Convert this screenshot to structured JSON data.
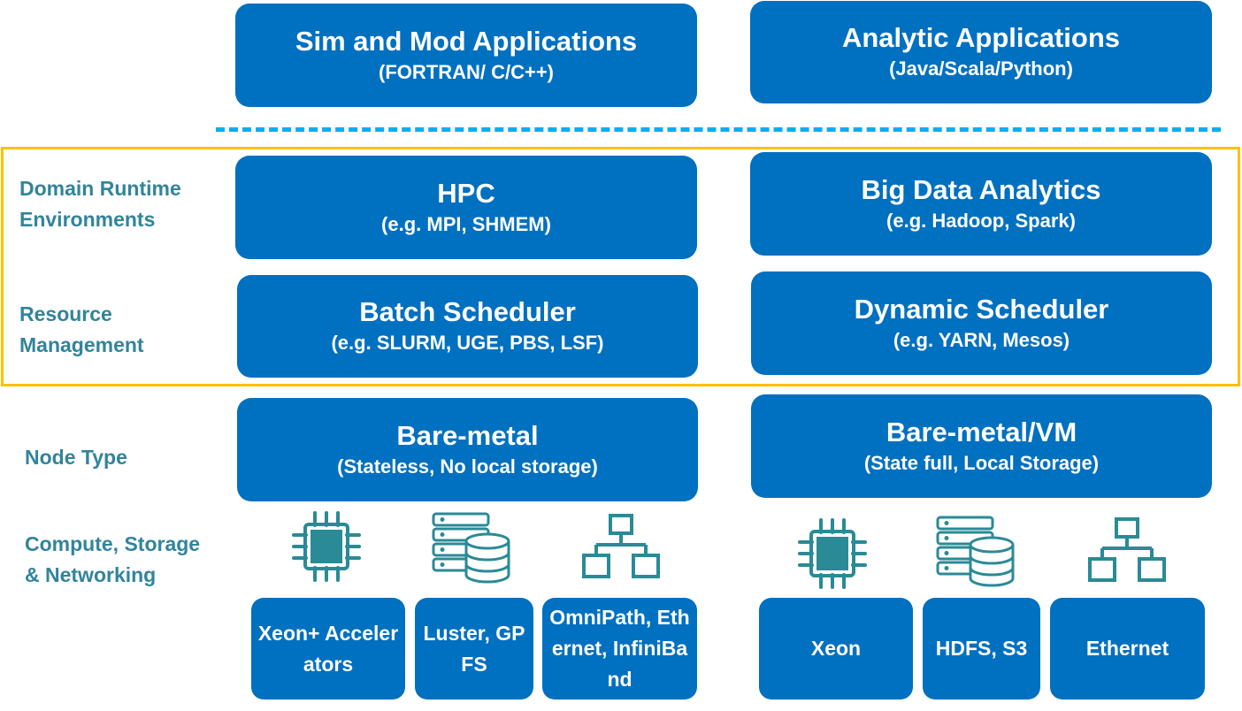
{
  "layers": {
    "apps_left": {
      "title": "Sim and Mod Applications",
      "sub": "(FORTRAN/ C/C++)"
    },
    "apps_right": {
      "title": "Analytic Applications",
      "sub": "(Java/Scala/Python)"
    },
    "runtime_left": {
      "title": "HPC",
      "sub": "(e.g. MPI, SHMEM)"
    },
    "runtime_right": {
      "title": "Big Data Analytics",
      "sub": "(e.g. Hadoop, Spark)"
    },
    "sched_left": {
      "title": "Batch Scheduler",
      "sub": "(e.g. SLURM, UGE, PBS, LSF)"
    },
    "sched_right": {
      "title": "Dynamic Scheduler",
      "sub": "(e.g. YARN, Mesos)"
    },
    "node_left": {
      "title": "Bare-metal",
      "sub": "(Stateless, No local storage)"
    },
    "node_right": {
      "title": "Bare-metal/VM",
      "sub": "(State full, Local Storage)"
    }
  },
  "labels": {
    "domain_runtime": "Domain Runtime\nEnvironments",
    "resource_mgmt": "Resource\nManagement",
    "node_type": "Node Type",
    "compute": "Compute, Storage\n& Networking"
  },
  "resources": {
    "left": [
      "Xeon+ Accelerators",
      "Luster, GPFS",
      "OmniPath, Ethernet, InfiniBand"
    ],
    "right": [
      "Xeon",
      "HDFS, S3",
      "Ethernet"
    ]
  },
  "icons": [
    "cpu-chip-icon",
    "storage-server-icon",
    "network-topology-icon"
  ],
  "colors": {
    "box": "#0070c0",
    "label": "#31849b",
    "icon": "#2a8a96",
    "divider": "#00b0f0",
    "frame": "#ffc000"
  }
}
